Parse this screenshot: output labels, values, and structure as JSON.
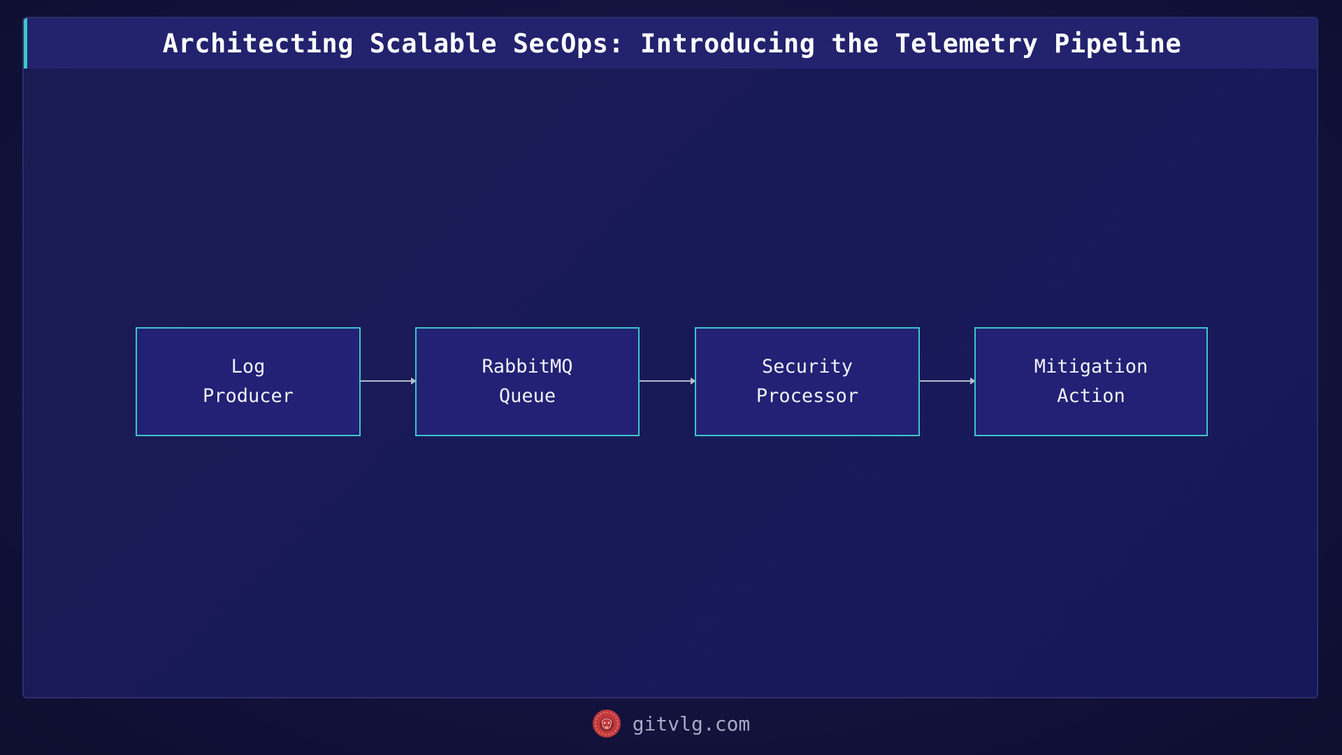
{
  "title": "Architecting Scalable SecOps: Introducing the Telemetry Pipeline",
  "diagram": {
    "nodes": [
      {
        "line1": "Log",
        "line2": "Producer"
      },
      {
        "line1": "RabbitMQ",
        "line2": "Queue"
      },
      {
        "line1": "Security",
        "line2": "Processor"
      },
      {
        "line1": "Mitigation",
        "line2": "Action"
      }
    ],
    "edges": [
      {
        "from": "Log Producer",
        "to": "RabbitMQ Queue"
      },
      {
        "from": "RabbitMQ Queue",
        "to": "Security Processor"
      },
      {
        "from": "Security Processor",
        "to": "Mitigation Action"
      }
    ]
  },
  "footer": {
    "site": "gitvlg.com",
    "logo_icon": "lion-head-icon"
  },
  "colors": {
    "background": "#13133f",
    "panel": "#1b1b54",
    "title_bar": "#22226e",
    "accent": "#3ec6c8",
    "node_fill": "#222175",
    "arrow": "#b9bccf",
    "logo": "#c0393b"
  }
}
